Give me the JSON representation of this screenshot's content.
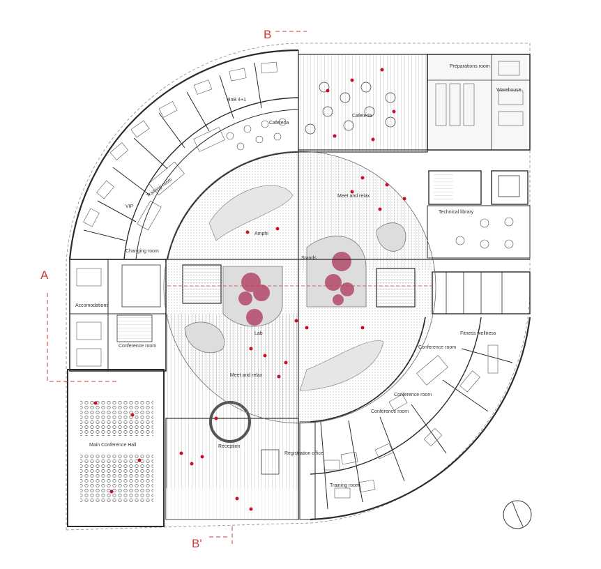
{
  "section_markers": {
    "a": "A",
    "b": "B",
    "b_prime": "B'"
  },
  "rooms": {
    "preparations_room": "Preparations room",
    "warehouse": "Warehouse",
    "cafeteria_1": "Cafeteria",
    "cafeteria_2": "Cafeteria",
    "bnb": "BnB 4+1",
    "meet_and_relax_top": "Meet and relax",
    "technical_library": "Technical library",
    "training_room_top": "Training room",
    "vip": "VIP",
    "changing_room": "Changing room",
    "accomodations": "Accomodations",
    "amphi": "Amphi",
    "stands": "Stands",
    "fitness_wellness": "Fitness wellness",
    "conference_room_1": "Conference room",
    "conference_room_2": "Conference room",
    "conference_room_3": "Conference room",
    "conference_room_4": "Conference room",
    "registration_office": "Registration office",
    "reception": "Reception",
    "meet_and_relax_bottom": "Meet and relax",
    "main_conference_hall": "Main Conference Hall",
    "training_room_bottom": "Training room",
    "lab": "Lab"
  },
  "colors": {
    "section_line": "#d23a3a",
    "wall": "#2b2b2b",
    "fill_grey": "#dcdcdc",
    "tree": "#b34a6a",
    "people": "#c8102e"
  }
}
